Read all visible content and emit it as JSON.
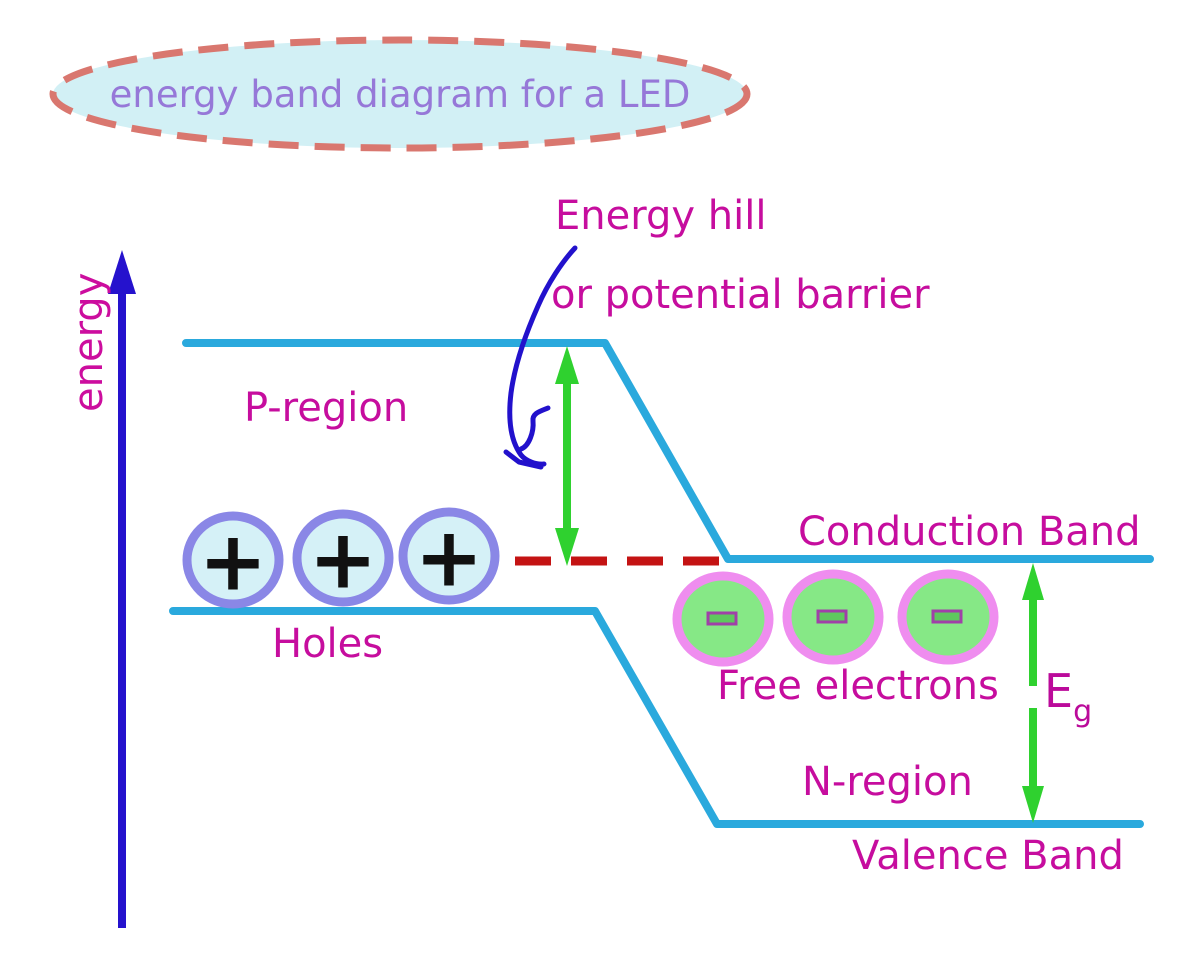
{
  "diagram": {
    "title": "energy band diagram for a LED",
    "axis": {
      "label": "energy"
    },
    "annotations": {
      "hill_line1": "Energy hill",
      "hill_line2": "or potential barrier"
    },
    "regions": {
      "p_label": "P-region",
      "n_label": "N-region"
    },
    "bands": {
      "conduction_label": "Conduction Band",
      "valence_label": "Valence Band"
    },
    "carriers": {
      "holes_label": "Holes",
      "holes_symbol": "+",
      "holes_count": 3,
      "electrons_label": "Free electrons",
      "electrons_symbol": "-",
      "electrons_count": 3
    },
    "band_gap": {
      "main": "E",
      "sub": "g"
    },
    "colors": {
      "band_line_cyan": "#2aa9dd",
      "label_magenta": "#c60d9e",
      "title_text_purple": "#9678d8",
      "title_fill": "#d2f0f5",
      "title_border_salmon": "#d9776f",
      "axis_arrow_blue": "#2512cd",
      "arrow_green": "#2fd12f",
      "dashed_level_red": "#c41313",
      "hole_fill": "#d5f1f7",
      "hole_border": "#8a87e6",
      "electron_fill": "#86e886",
      "electron_border": "#ef8def",
      "squiggle_blue": "#2211cc"
    }
  }
}
